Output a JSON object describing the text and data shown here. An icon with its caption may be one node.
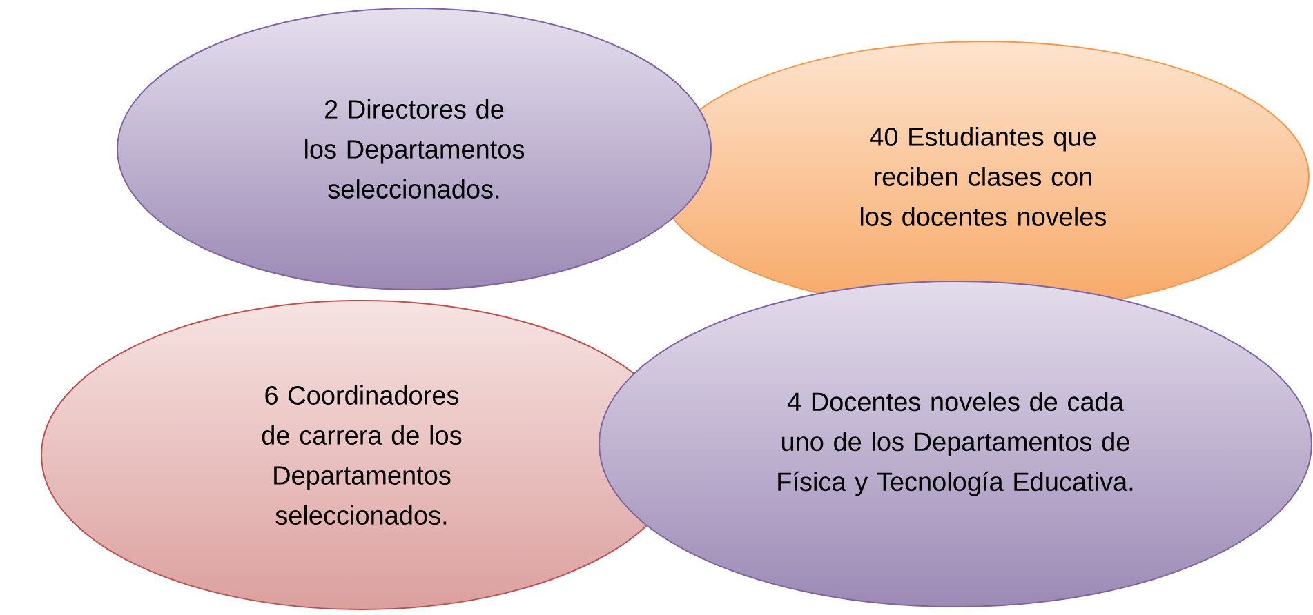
{
  "diagram": {
    "nodes": [
      {
        "text": [
          "2 Directores de los Departamentos seleccionados."
        ]
      },
      {
        "text": [
          "40 Estudiantes que reciben clases con los docentes noveles"
        ]
      },
      {
        "text": [
          "6 Coordinadores de carrera de los Departamentos seleccionados."
        ]
      },
      {
        "text": [
          "4 Docentes noveles de cada uno de los Departamentos de Física y Tecnología Educativa."
        ]
      }
    ]
  }
}
